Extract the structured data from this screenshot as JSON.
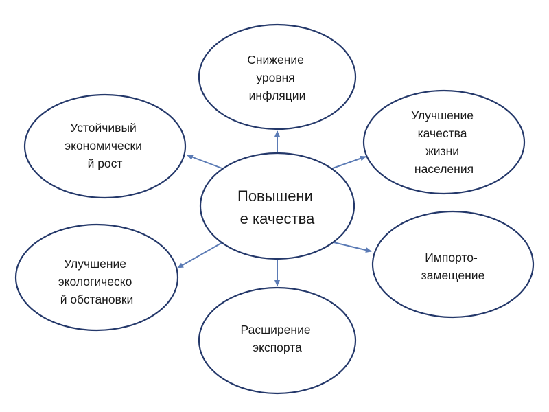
{
  "center": {
    "lines": [
      "Повышени",
      "е качества"
    ]
  },
  "nodes": [
    {
      "id": "inflation",
      "lines": [
        "Снижение",
        "уровня",
        "инфляции"
      ]
    },
    {
      "id": "growth",
      "lines": [
        "Устойчивый",
        "экономически",
        "й рост"
      ]
    },
    {
      "id": "living",
      "lines": [
        "Улучшение",
        "качества",
        "жизни",
        "населения"
      ]
    },
    {
      "id": "ecology",
      "lines": [
        "Улучшение",
        "экологическо",
        "й обстановки"
      ]
    },
    {
      "id": "import",
      "lines": [
        "Импорто-",
        "замещение"
      ]
    },
    {
      "id": "export",
      "lines": [
        "Расширение",
        "экспорта"
      ]
    }
  ],
  "colors": {
    "ellipse_stroke": "#24386a",
    "arrow": "#5b7bb5",
    "text": "#1a1a1a"
  }
}
